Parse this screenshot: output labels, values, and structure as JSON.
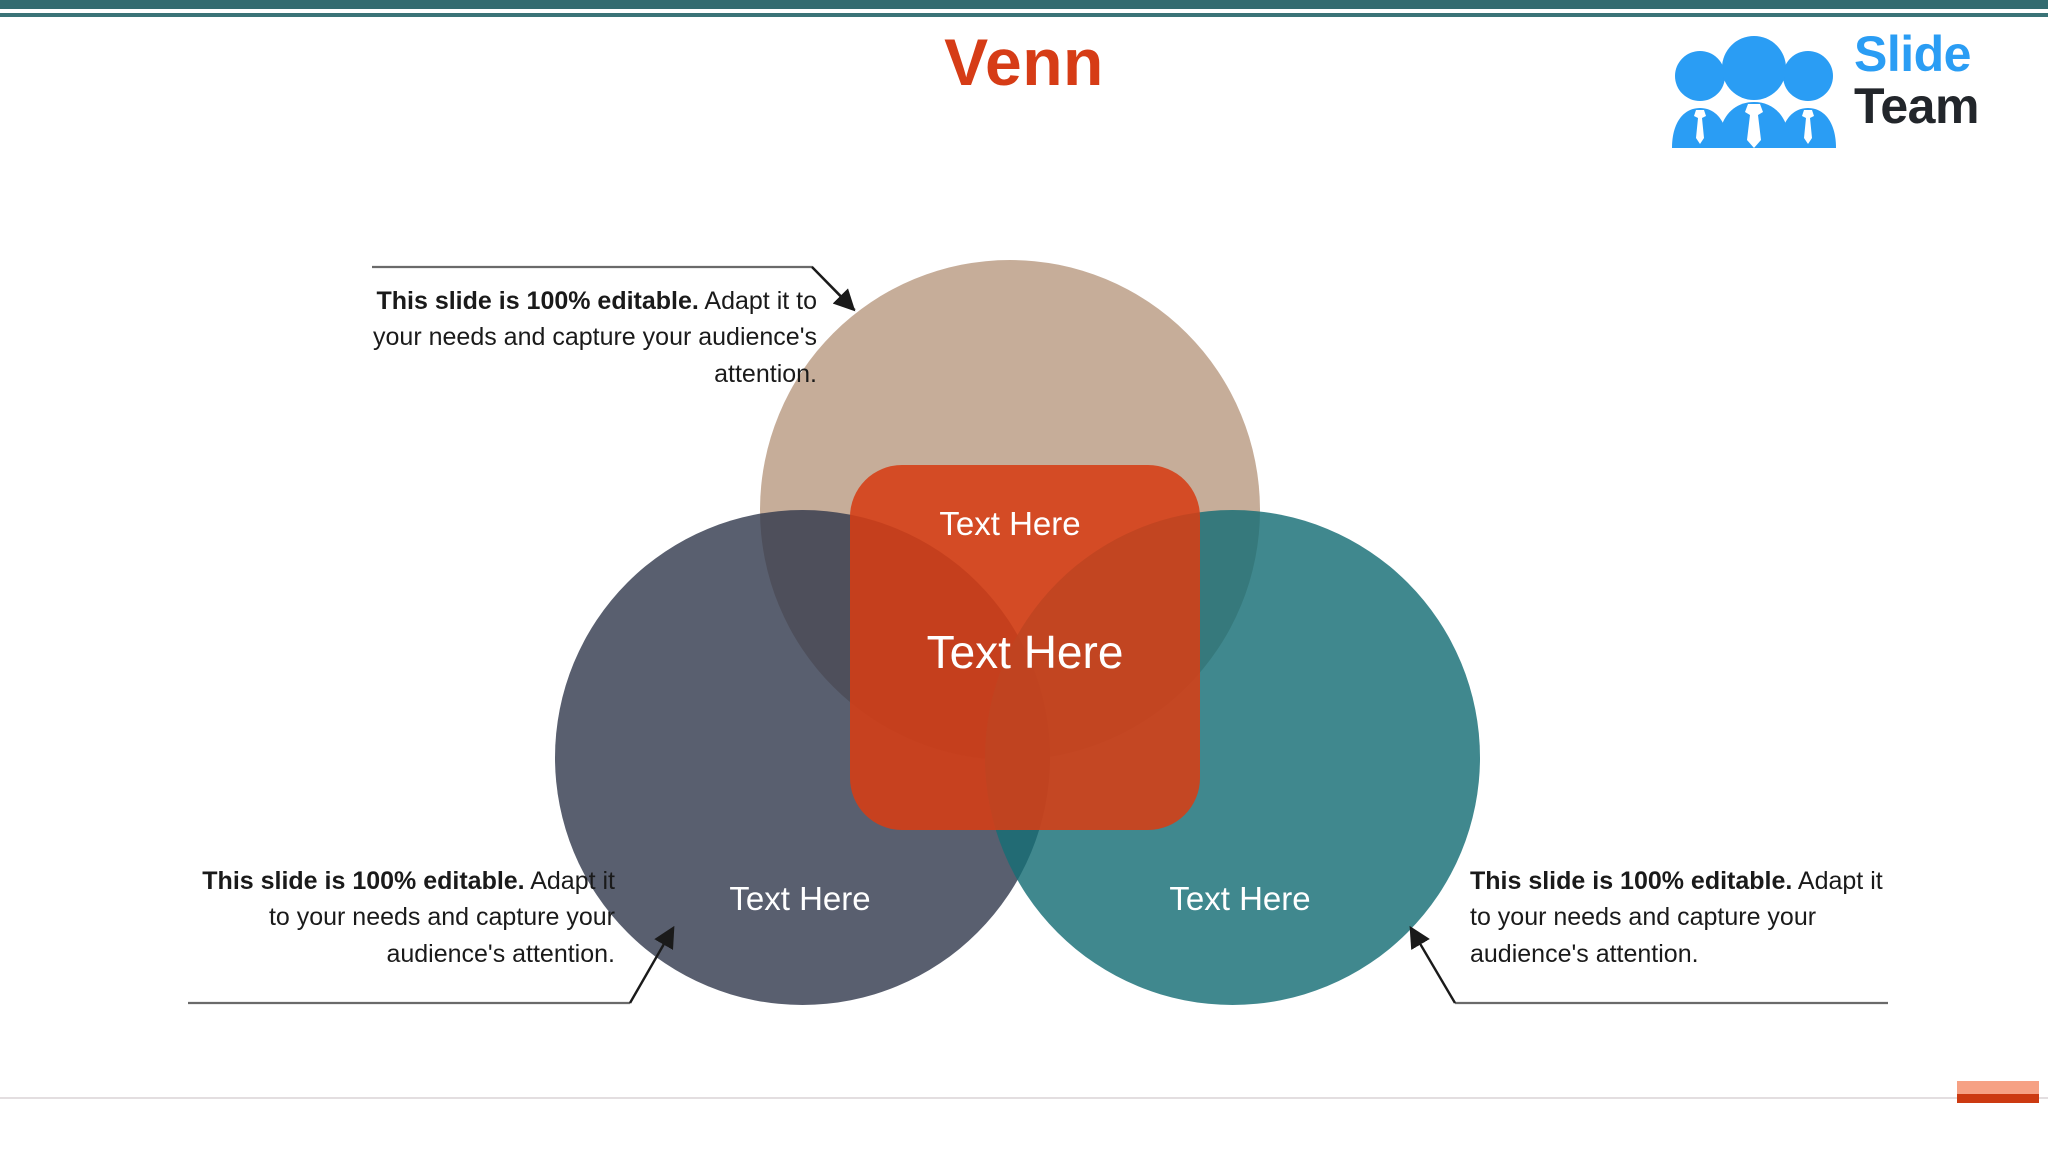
{
  "header": {
    "title": "Venn",
    "title_color": "#D63C16"
  },
  "logo": {
    "name": "slideteam-logo",
    "word_one": "Slide",
    "word_two": "Team",
    "word_one_color": "#2A9DF4",
    "word_two_color": "#22262B",
    "mark_icon": "three-people-icon"
  },
  "theme": {
    "top_bar_color": "#336B70",
    "accent_orange": "#D63C16",
    "accent_orange_light": "#F6A184",
    "bottom_rule_color": "#E3DEE0"
  },
  "venn": {
    "circles": [
      {
        "id": "top",
        "label": "Text Here",
        "color": "#A37A5A",
        "opacity": 0.62
      },
      {
        "id": "left",
        "label": "Text Here",
        "color": "#30374B",
        "opacity": 0.8
      },
      {
        "id": "right",
        "label": "Text Here",
        "color": "#166E75",
        "opacity": 0.82
      }
    ],
    "center": {
      "label": "Text Here",
      "color": "#D63E14",
      "shape": "rounded-square"
    }
  },
  "callouts": [
    {
      "id": "top-left",
      "bold": "This slide is 100% editable.",
      "body": " Adapt it to your needs and capture your audience's attention.",
      "align": "right"
    },
    {
      "id": "bottom-left",
      "bold": "This slide is 100% editable.",
      "body": " Adapt it to your needs and capture your audience's attention.",
      "align": "right"
    },
    {
      "id": "bottom-right",
      "bold": "This slide is 100% editable.",
      "body": " Adapt it to your needs and capture your audience's attention.",
      "align": "left"
    }
  ]
}
